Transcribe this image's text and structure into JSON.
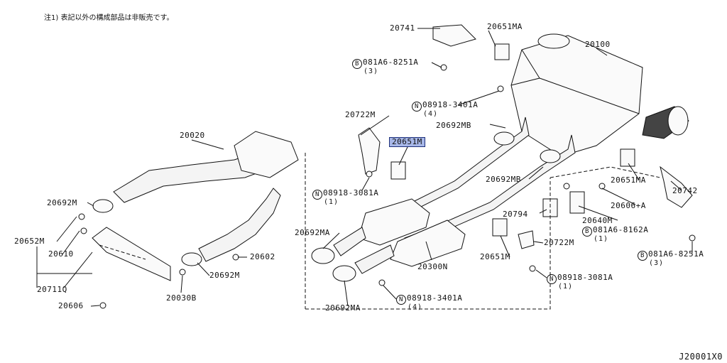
{
  "note": "注1) 表記以外の構成部品は非販売です。",
  "diagram_code": "J20001X0",
  "labels": {
    "p20741": "20741",
    "p20651MA_top": "20651MA",
    "p20100": "20100",
    "b081A6_top": "081A6-8251A",
    "b081A6_top_qty": "(3)",
    "n08918_3401A_top": "08918-3401A",
    "n08918_3401A_top_qty": "(4)",
    "p20722M_top": "20722M",
    "p20692MB_top": "20692MB",
    "p20651M": "20651M",
    "p20020": "20020",
    "p20692MB_mid": "20692MB",
    "n08918_3081A_left": "08918-3081A",
    "n08918_3081A_left_qty": "(1)",
    "p20692M_left": "20692M",
    "p20742": "20742",
    "p20651MA_right": "20651MA",
    "p20606A": "20606+A",
    "p20794": "20794",
    "p20640M": "20640M",
    "b081A6_8162A": "081A6-8162A",
    "b081A6_8162A_qty": "(1)",
    "p20652M": "20652M",
    "p20610": "20610",
    "p20692MA_left": "20692MA",
    "p20722M_right": "20722M",
    "b081A6_right": "081A6-8251A",
    "b081A6_right_qty": "(3)",
    "p20602": "20602",
    "p20300N": "20300N",
    "p20651M_low": "20651M",
    "p20692M_low": "20692M",
    "n08918_3081A_right": "08918-3081A",
    "n08918_3081A_right_qty": "(1)",
    "p20711Q": "20711Q",
    "p20030B": "20030B",
    "n08918_3401A_low": "08918-3401A",
    "n08918_3401A_low_qty": "(4)",
    "p20606": "20606",
    "p20692MA_low": "20692MA"
  },
  "symbols": {
    "bolt": "B",
    "nut": "N"
  },
  "colors": {
    "highlight": "#a7b7e8",
    "ink": "#111111"
  }
}
